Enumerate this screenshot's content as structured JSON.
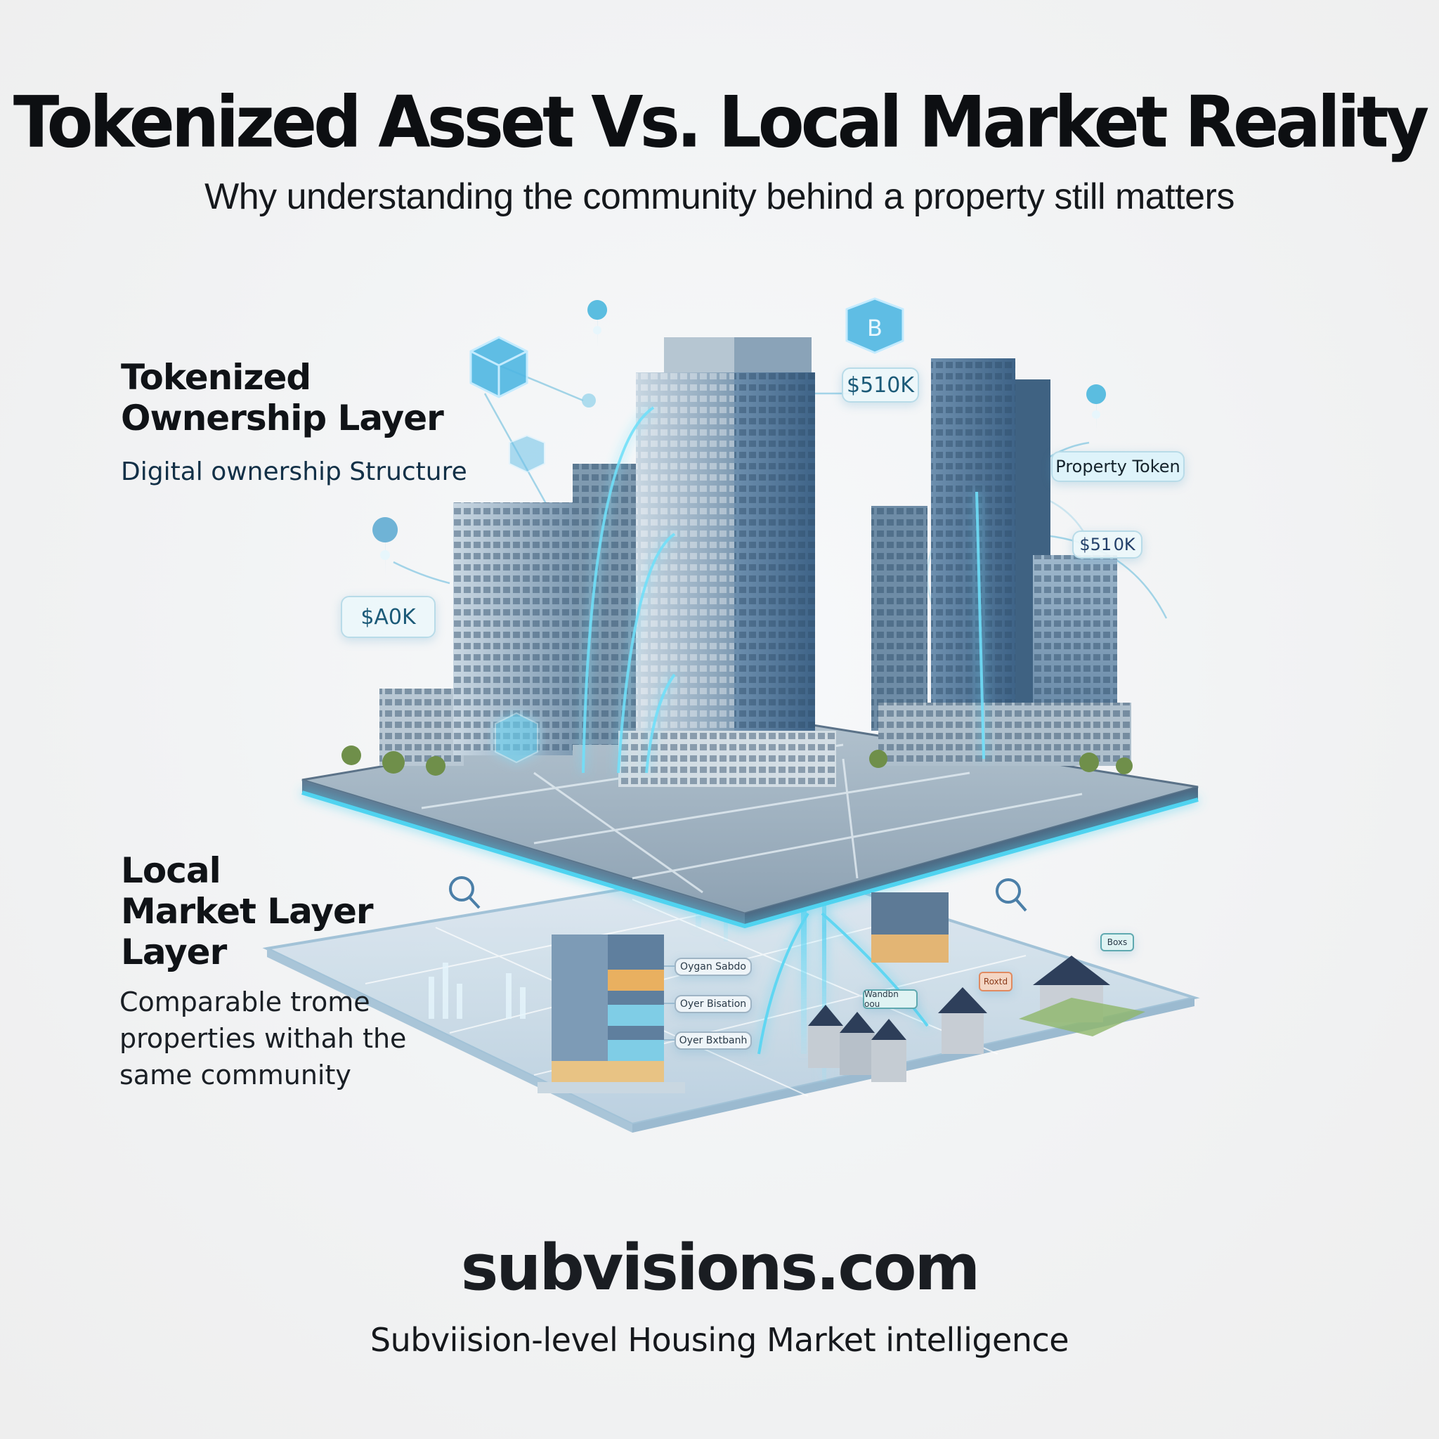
{
  "header": {
    "title": "Tokenized Asset Vs. Local Market Reality",
    "subtitle": "Why understanding the community behind a property still matters"
  },
  "layers": [
    {
      "heading_lines": [
        "Tokenized",
        "Ownership Layer"
      ],
      "description": "Digital ownership Structure"
    },
    {
      "heading_lines": [
        "Local",
        "Market Layer",
        "Layer"
      ],
      "description_lines": [
        "Comparable trome",
        "properties withah the",
        "same community"
      ]
    }
  ],
  "illustration": {
    "upper_tags": {
      "price_top": "$510K",
      "price_left": "$A0K",
      "property_token": "Property Token",
      "price_right": "$51 0K"
    },
    "lower_tags": {
      "building_labels": [
        "Oygan Sabdo",
        "Oyer Bisation",
        "Oyer Bxtbanh"
      ],
      "bubble_left": "Wandbn oou",
      "bubble_center": "Roxtd",
      "bubble_right": "Boxs"
    },
    "icons": [
      "location-pin-icon",
      "blockchain-cube-icon",
      "search-icon"
    ],
    "colors": {
      "glow": "#4fd3f0",
      "platform_top": "#8fa6b8",
      "platform_bottom": "#c9dce8",
      "building_glass": "#5b86a8",
      "accent_blue": "#3aa6d6"
    }
  },
  "footer": {
    "brand": "subvisions.com",
    "tagline": "Subviision-level Housing Market intelligence"
  }
}
